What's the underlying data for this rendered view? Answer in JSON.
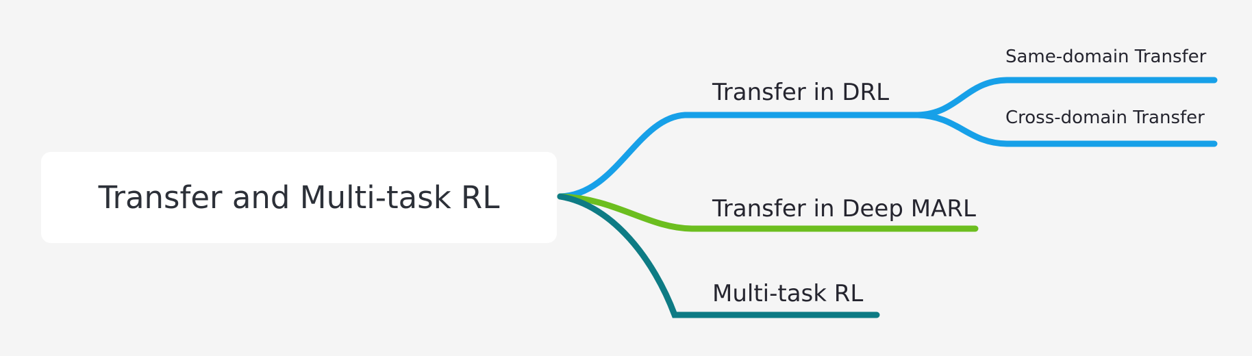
{
  "diagram": {
    "type": "mindmap",
    "background_color": "#f5f5f5",
    "root": {
      "label": "Transfer and Multi-task RL",
      "box_color": "#ffffff",
      "text_color": "#2c3038"
    },
    "branches": [
      {
        "id": "transfer-in-drl",
        "label": "Transfer in DRL",
        "color": "#17a0e8",
        "children": [
          {
            "id": "same-domain-transfer",
            "label": "Same-domain Transfer",
            "color": "#17a0e8"
          },
          {
            "id": "cross-domain-transfer",
            "label": "Cross-domain Transfer",
            "color": "#17a0e8"
          }
        ]
      },
      {
        "id": "transfer-in-deep-marl",
        "label": "Transfer in Deep MARL",
        "color": "#6cbe1f",
        "children": []
      },
      {
        "id": "multi-task-rl",
        "label": "Multi-task RL",
        "color": "#0e7b84",
        "children": []
      }
    ]
  }
}
